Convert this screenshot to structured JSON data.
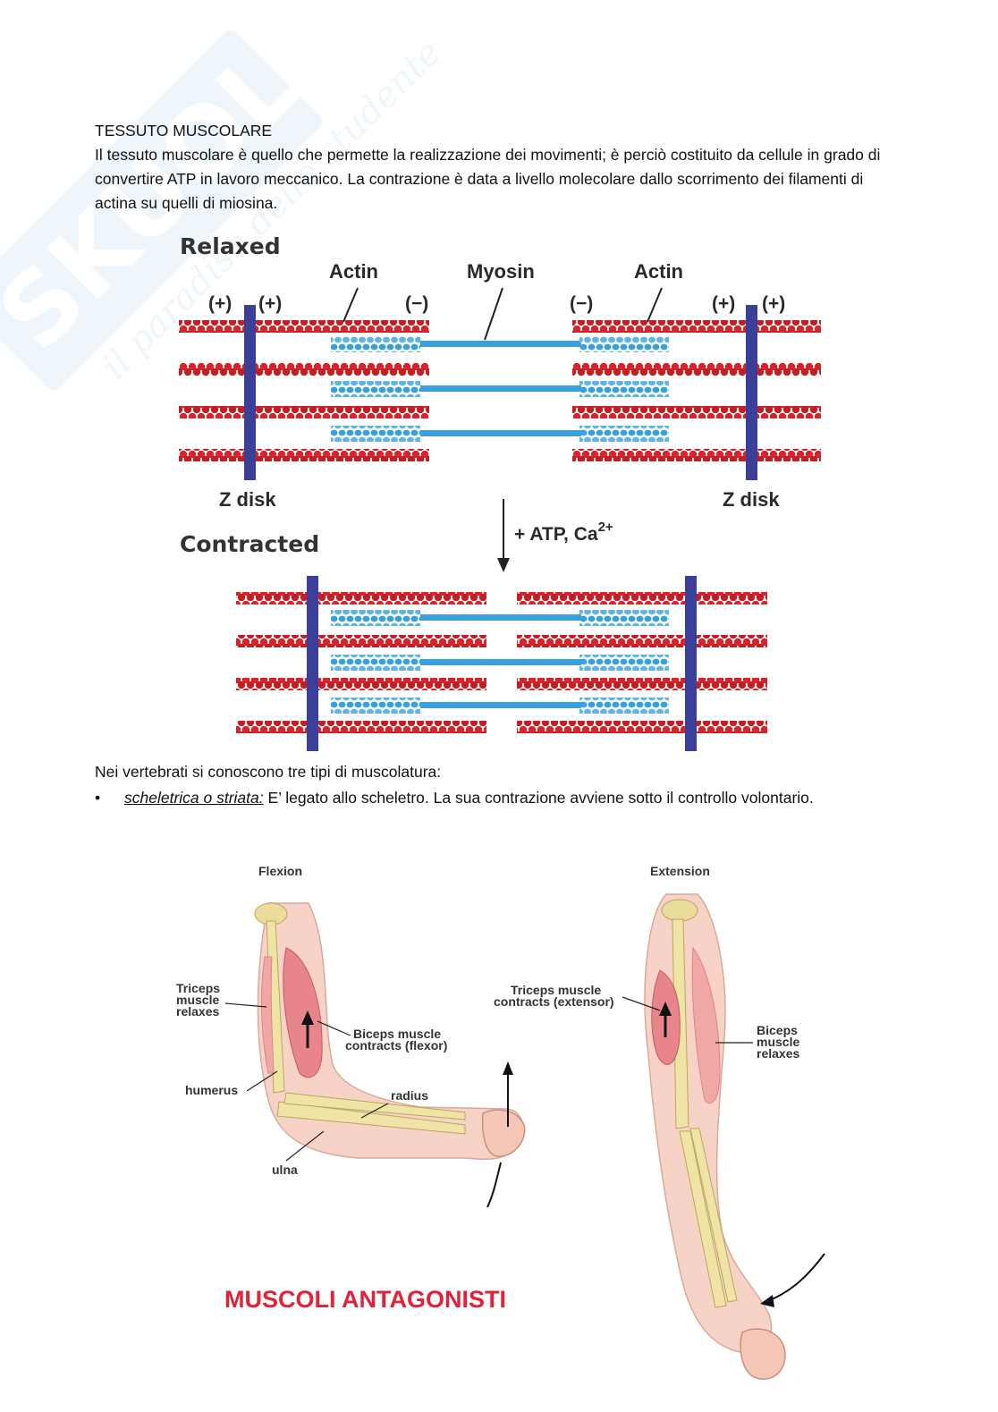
{
  "document": {
    "heading": "TESSUTO MUSCOLARE",
    "paragraph": "Il tessuto muscolare è quello che permette la realizzazione dei movimenti; è perciò costituito da cellule in grado di convertire ATP in lavoro meccanico. La contrazione è data a livello molecolare dallo scorrimento dei filamenti di actina su quelli di miosina.",
    "intro": "Nei vertebrati si conoscono tre tipi di muscolatura:",
    "bullet_term": "scheletrica o striata:",
    "bullet_text": " E’ legato allo scheletro. La sua contrazione avviene sotto il controllo volontario."
  },
  "sarcomere_figure": {
    "relaxed": "Relaxed",
    "contracted": "Contracted",
    "actin_left": "Actin",
    "myosin": "Myosin",
    "actin_right": "Actin",
    "plus": "(+)",
    "minus": "(−)",
    "z_disk_left": "Z disk",
    "z_disk_right": "Z disk",
    "stimulus": "+ ATP, Ca",
    "stimulus_sup": "2+",
    "actin_color": "#d8232a",
    "myosin_color": "#3aa0dc",
    "zdisk_color": "#3a3f9a"
  },
  "arm_figure": {
    "flexion": "Flexion",
    "extension": "Extension",
    "triceps_relaxes": [
      "Triceps",
      "muscle",
      "relaxes"
    ],
    "biceps_contracts": [
      "Biceps muscle",
      "contracts (flexor)"
    ],
    "humerus": "humerus",
    "radius": "radius",
    "ulna": "ulna",
    "triceps_contracts": [
      "Triceps muscle",
      "contracts (extensor)"
    ],
    "biceps_relaxes": [
      "Biceps",
      "muscle",
      "relaxes"
    ],
    "title": "MUSCOLI ANTAGONISTI"
  },
  "watermark": {
    "brand": "SKUOLA.net",
    "tagline": "il paradiso dello studente"
  }
}
